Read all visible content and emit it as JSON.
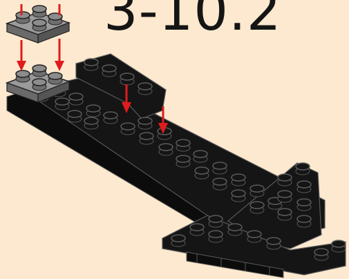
{
  "step": {
    "label": "3-10.2"
  },
  "colors": {
    "background": "#fde9cf",
    "new_part": "#7d7d7d",
    "new_part_top": "#a3a3a3",
    "model": "#151515",
    "model_highlight": "#5a5a5a",
    "arrow": "#e01b1b"
  },
  "parts": [
    {
      "name": "gray-plate-2x2",
      "color": "gray",
      "count": 1
    }
  ]
}
